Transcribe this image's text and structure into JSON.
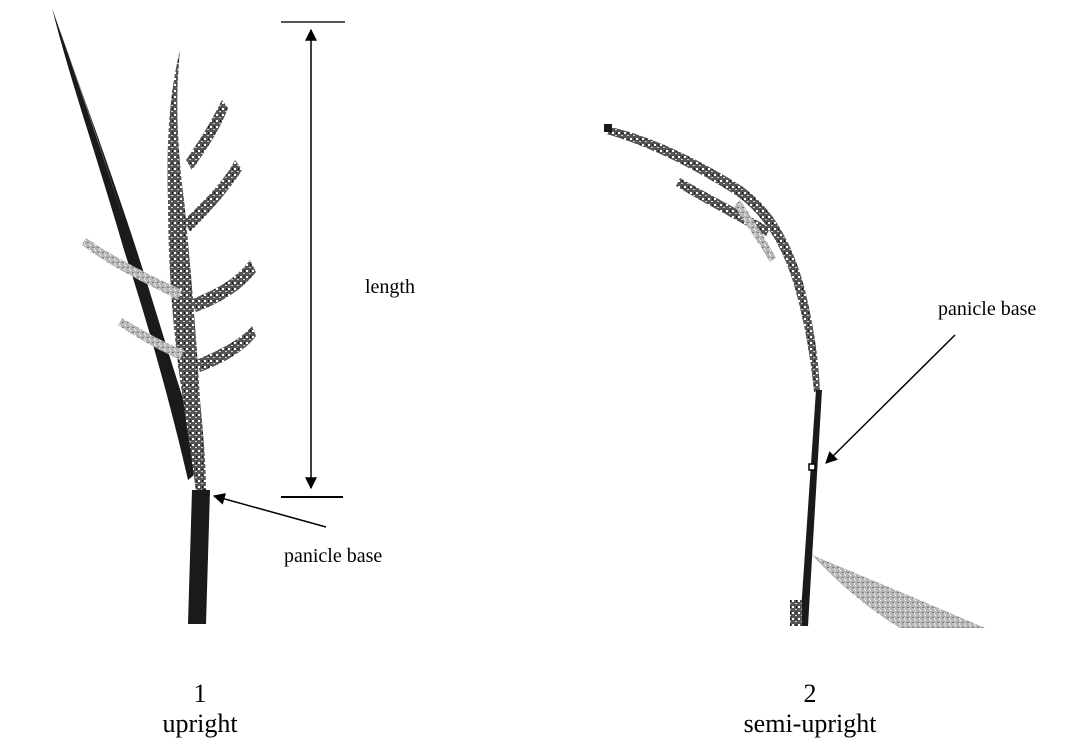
{
  "panel_1": {
    "number": "1",
    "type": "upright",
    "length_label": "length",
    "base_label": "panicle base"
  },
  "panel_2": {
    "number": "2",
    "type": "semi-upright",
    "base_label": "panicle base"
  },
  "colors": {
    "ink": "#000000",
    "dark_plant": "#1a1a1a",
    "mid_plant": "#555555",
    "light_plant": "#9a9a9a",
    "background": "#ffffff"
  }
}
